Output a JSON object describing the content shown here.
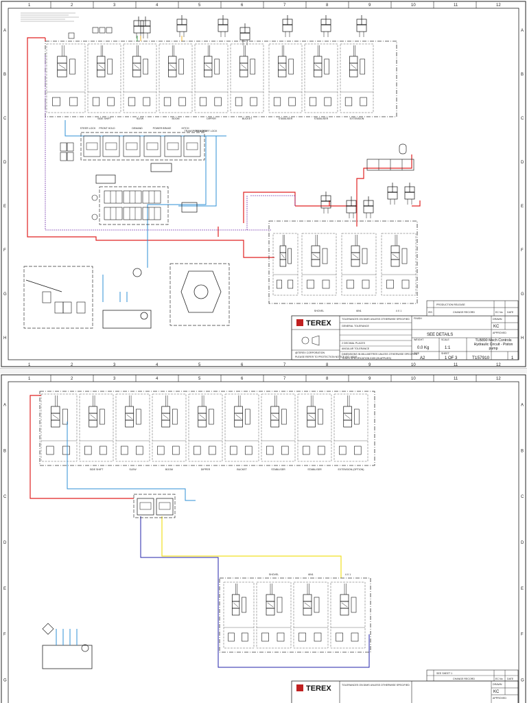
{
  "colors": {
    "pressure": "#e02020",
    "return": "#2e8fd6",
    "pilot_purple": "#7a3fb0",
    "pilot_blue": "#2222aa",
    "pilot_yellow": "#f0e020",
    "frame": "#222222"
  },
  "border": {
    "columns": [
      "1",
      "2",
      "3",
      "4",
      "5",
      "6",
      "7",
      "8",
      "9",
      "10",
      "11",
      "12"
    ],
    "rows_sheet1": [
      "A",
      "B",
      "C",
      "D",
      "E",
      "F",
      "G",
      "H"
    ],
    "rows_sheet2": [
      "A",
      "B",
      "C",
      "D",
      "E",
      "F",
      "G"
    ]
  },
  "sheet1": {
    "top_section_labels": [
      "SIDE SHIFT",
      "SLEW",
      "BOOM",
      "DIPPER",
      "BUCKET",
      "STABILISER",
      "STABILISER",
      "EXTENSION"
    ],
    "bottom_section_labels": [
      "SHOVEL",
      "6IN1",
      "4 X 1"
    ],
    "mid_labels": [
      "STEER LOCK",
      "FRONT HOLD",
      "DEMAND",
      "POWER BRAKE",
      "HITCH",
      "TRANSPORT LOCK",
      "TRANSPORT LOCK"
    ],
    "title_block": {
      "logo": "TEREX",
      "tolerance_header": "TOLERANCES ON DIMS UNLESS OTHERWISE SPECIFIED",
      "general_tol": "GENERAL TOLERANCE",
      "two_dec": "2 DECIMAL PLACES",
      "angular": "ANGULAR TOLERANCE",
      "dims": "DIMENSIONS IN MILLIMETRES UNLESS OTHERWISE SPECIFIED",
      "spec": "TEREX SPECIFICATION 0199 (IN APPLIES)",
      "copyright": "@TEREX CORPORATION",
      "refer": "PLEASE REFER TO PROTECTION NOTICE ISO 16016",
      "finish_label": "FINISH",
      "finish": "SEE DETAILS",
      "weight_label": "WEIGHT",
      "weight": "0.0 Kg",
      "scale_label": "SCALE",
      "scale": "1:1",
      "size_label": "SIZE",
      "size": "A2",
      "sheet_label": "SHEET",
      "sheet": "1 OF 3",
      "description": "TLB890 Mech Controls Hydraulic Circuit - Piston pump",
      "drawing_no": "T157910",
      "issue": "1",
      "change_record": "CHANGE RECORD",
      "production_release": "PRODUCTION RELEASE",
      "drawn_label": "DRAWN",
      "drawn": "KC",
      "approved_label": "APPROVED",
      "date_label": "DATE",
      "ecno_label": "EC No",
      "iss_label": "ISS"
    }
  },
  "sheet2": {
    "top_section_labels": [
      "SIDE SHIFT",
      "SLEW",
      "BOOM",
      "DIPPER",
      "BUCKET",
      "STABILISER",
      "STABILISER",
      "EXTENSION (OPTION)"
    ],
    "bottom_section_labels": [
      "SHOVEL",
      "6IN1",
      "4 X 1"
    ],
    "title_block": {
      "logo": "TEREX",
      "tolerance_header": "TOLERANCES ON DIMS UNLESS OTHERWISE SPECIFIED",
      "change_record": "CHANGE RECORD",
      "see_sheet": "SEE SHEET 1",
      "drawn_label": "DRAWN",
      "drawn": "KC",
      "approved_label": "APPROVED",
      "ecno_label": "EC No",
      "date_label": "DATE"
    }
  }
}
